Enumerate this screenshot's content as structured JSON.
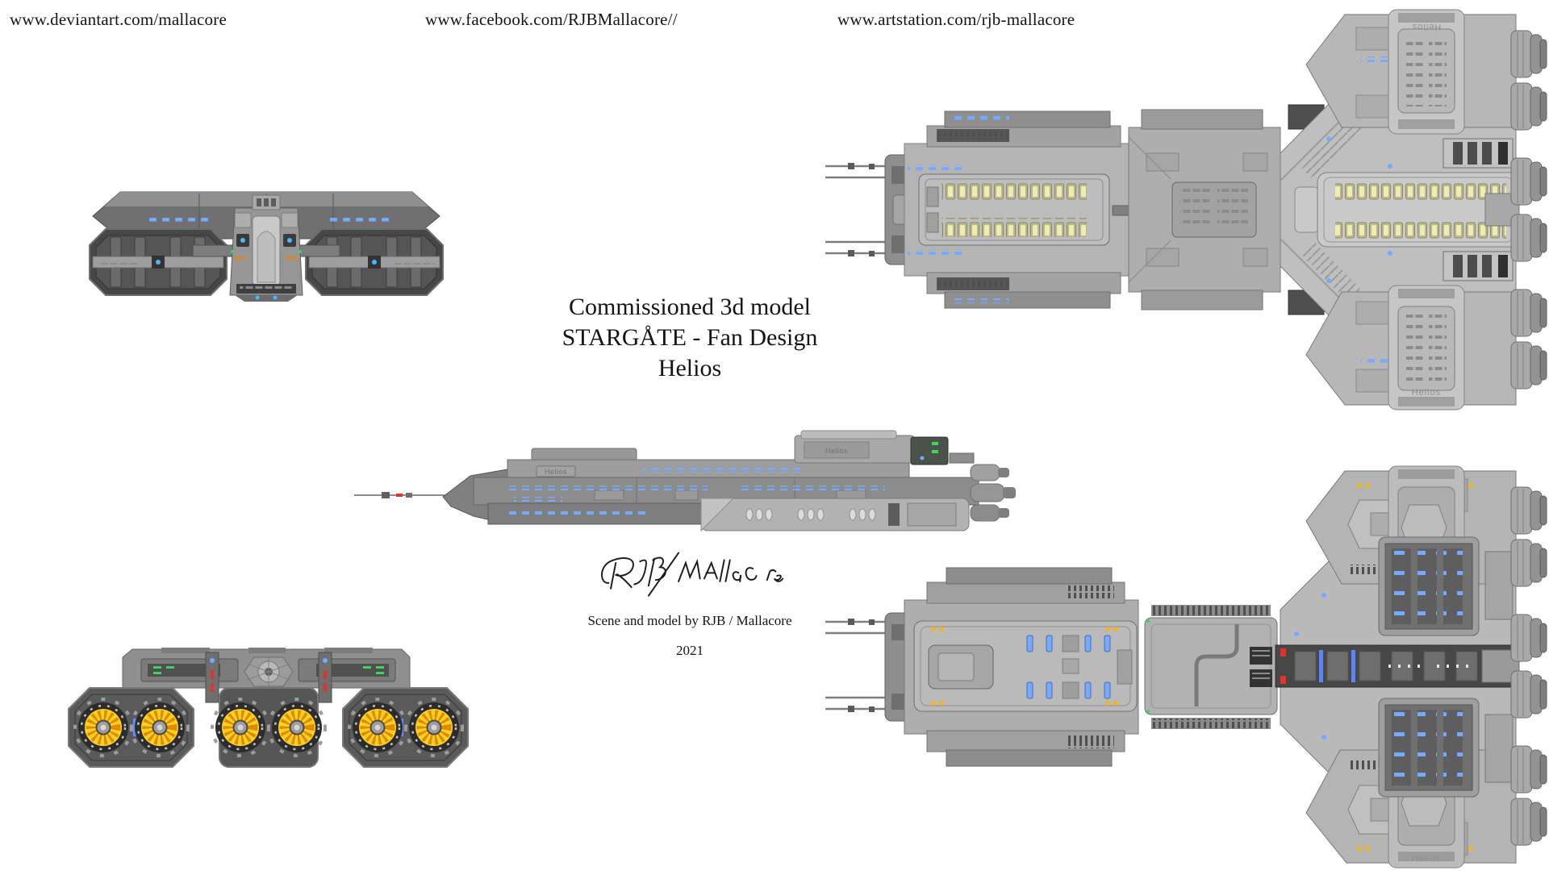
{
  "header": {
    "links": [
      "www.deviantart.com/mallacore",
      "www.facebook.com/RJBMallacore//",
      "www.artstation.com/rjb-mallacore"
    ]
  },
  "title": {
    "line1": "Commissioned 3d model",
    "line2": "STARGÅTE - Fan Design",
    "line3": "Helios"
  },
  "signature": {
    "name": "RJB/Mallacore"
  },
  "credits": {
    "byline": "Scene and model by RJB / Mallacore",
    "year": "2021"
  },
  "ship": {
    "name": "Helios",
    "hull_label": "Helios"
  },
  "colors": {
    "background": "#ffffff",
    "text": "#141414",
    "hull_light": "#c6c6c6",
    "hull_mid": "#9a9a9a",
    "hull_dark": "#565656",
    "engine_glow": "#ffd21e",
    "engine_ring": "#e08900",
    "window_warm": "#efecb2",
    "window_blue": "#74aaff",
    "light_green": "#3ed45e",
    "light_red": "#e0332c",
    "light_orange": "#e67e22",
    "light_yellow_dot": "#f0b429"
  }
}
